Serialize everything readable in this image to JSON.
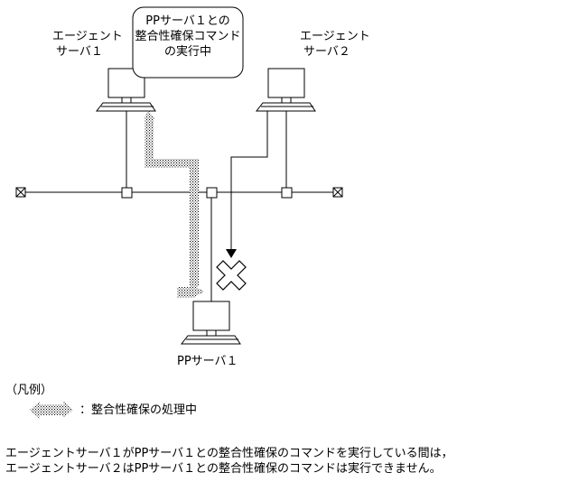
{
  "labels": {
    "agent1_line1": "エージェント",
    "agent1_line2": "サーバ１",
    "agent2_line1": "エージェント",
    "agent2_line2": "サーバ２",
    "callout_line1": "PPサーバ１との",
    "callout_line2": "整合性確保コマンド",
    "callout_line3": "の実行中",
    "pp_server": "PPサーバ１"
  },
  "legend": {
    "title": "（凡例）",
    "item": "：整合性確保の処理中"
  },
  "note": {
    "line1": "エージェントサーバ１がPPサーバ１との整合性確保のコマンドを実行している間は，",
    "line2": "エージェントサーバ２はPPサーバ１との整合性確保のコマンドは実行できません。"
  },
  "icons": [
    "agent-server-1-computer-icon",
    "agent-server-2-computer-icon",
    "pp-server-computer-icon",
    "terminator-icon",
    "blocked-x-icon",
    "hatched-arrow-icon"
  ]
}
